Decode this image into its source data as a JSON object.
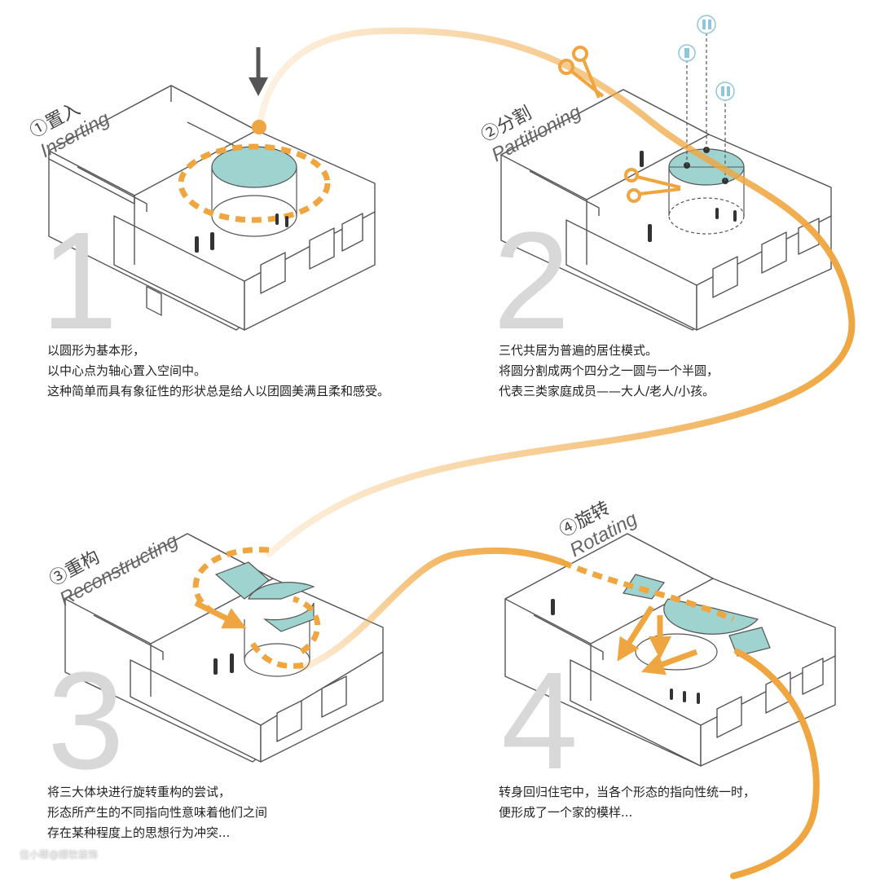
{
  "steps": [
    {
      "number": "1",
      "title_zh": "①置入",
      "title_en": "Inserting",
      "description": [
        "以圆形为基本形，",
        "以中心点为轴心置入空间中。",
        "这种简单而具有象征性的形状总是给人以团圆美满且柔和感受。"
      ]
    },
    {
      "number": "2",
      "title_zh": "②分割",
      "title_en": "Partitioning",
      "description": [
        "三代共居为普遍的居住模式。",
        "将圆分割成两个四分之一圆与一个半圆，",
        "代表三类家庭成员——大人/老人/小孩。"
      ]
    },
    {
      "number": "3",
      "title_zh": "③重构",
      "title_en": "Reconstructing",
      "description": [
        "将三大体块进行旋转重构的尝试，",
        "形态所产生的不同指向性意味着他们之间",
        "存在某种程度上的思想行为冲突..."
      ]
    },
    {
      "number": "4",
      "title_zh": "④旋转",
      "title_en": "Rotating",
      "description": [
        "转身回归住宅中，当各个形态的指向性统一时，",
        "便形成了一个家的模样..."
      ]
    }
  ],
  "watermark": "住小帮@顺钦装饰",
  "colors": {
    "accent_orange": "#f0a640",
    "disc_teal": "#9fd3cf",
    "outline": "#555555",
    "number_gray": "#d8d8d8",
    "icon_blue": "#8ec6dc"
  },
  "icons": [
    "scissors-icon",
    "down-arrow-icon",
    "family-pin-icon"
  ]
}
